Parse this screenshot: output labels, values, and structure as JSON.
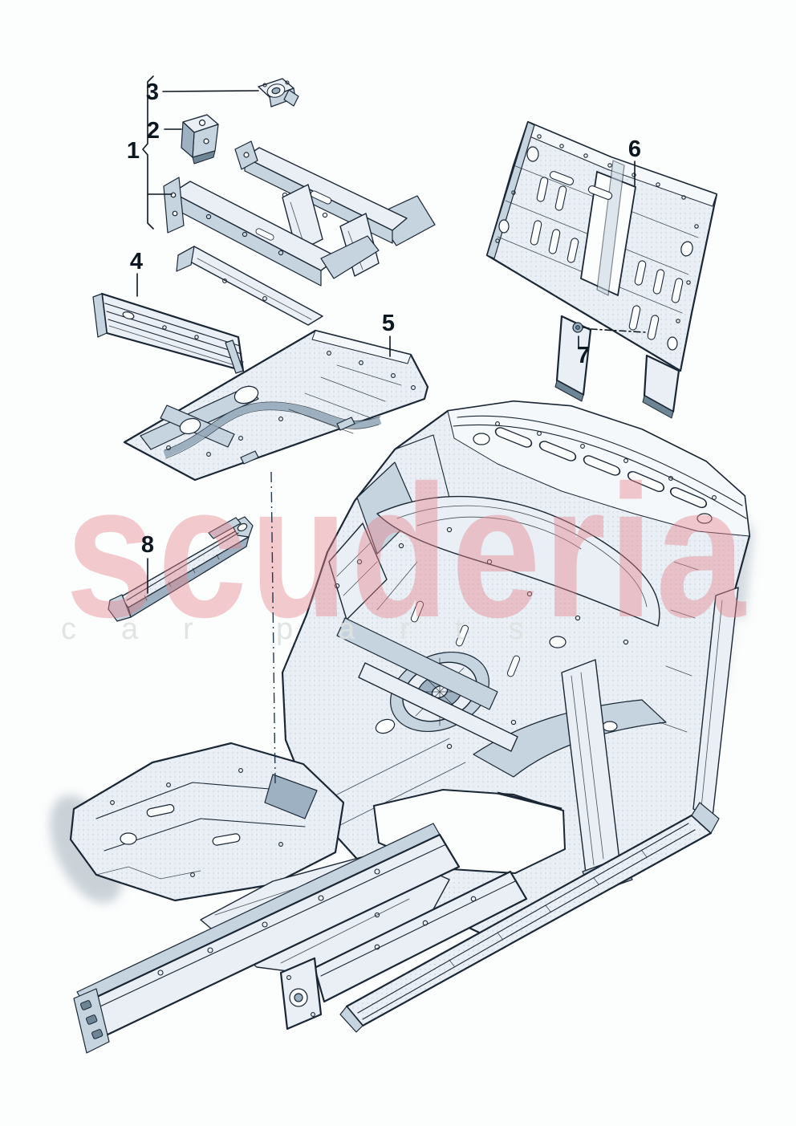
{
  "page": {
    "background": "#fcfdfd"
  },
  "watermark": {
    "title": "scuderia",
    "word_car": "car",
    "word_parts": "parts",
    "title_color": "#e6838b",
    "subtitle_color": "#dee2e2"
  },
  "diagram": {
    "description": "exploded parts diagram of car body floor panels, cross members, bulkhead and sill with numbered callouts",
    "callouts": [
      {
        "id": 1,
        "label": "1"
      },
      {
        "id": 2,
        "label": "2"
      },
      {
        "id": 3,
        "label": "3"
      },
      {
        "id": 4,
        "label": "4"
      },
      {
        "id": 5,
        "label": "5"
      },
      {
        "id": 6,
        "label": "6"
      },
      {
        "id": 7,
        "label": "7"
      },
      {
        "id": 8,
        "label": "8"
      }
    ],
    "colors": {
      "outline": "#1a2633",
      "fill_light": "#e9eff4",
      "fill_mid": "#c6d4e0",
      "fill_deep": "#9db1c2",
      "background": "#fcfdfd",
      "watermark_pink": "#e6838b"
    }
  }
}
